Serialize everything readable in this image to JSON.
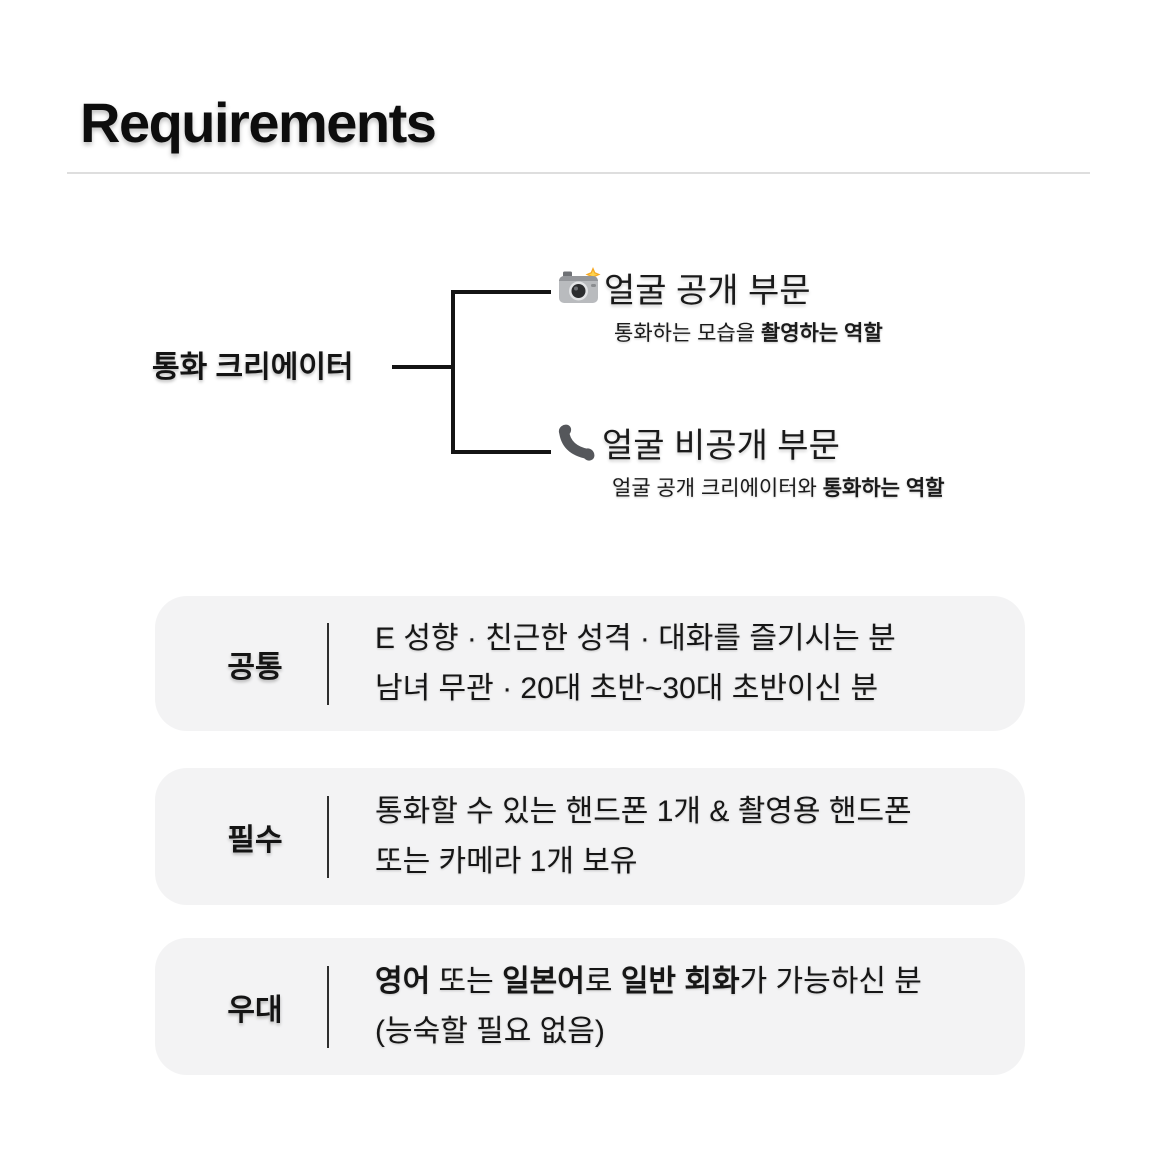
{
  "page": {
    "title": "Requirements"
  },
  "tree": {
    "root_label": "통화 크리에이터",
    "branches": [
      {
        "icon": "camera-flash-icon",
        "title": "얼굴 공개 부문",
        "subtitle_segments": [
          {
            "text": "통화하는 모습을 ",
            "bold": false
          },
          {
            "text": "촬영하는 역할",
            "bold": true
          }
        ]
      },
      {
        "icon": "phone-receiver-icon",
        "title": "얼굴 비공개 부문",
        "subtitle_segments": [
          {
            "text": "얼굴 공개 크리에이터와 ",
            "bold": false
          },
          {
            "text": "통화하는 역할",
            "bold": true
          }
        ]
      }
    ]
  },
  "requirement_boxes": [
    {
      "label": "공통",
      "lines": [
        [
          {
            "text": "E 성향 · 친근한 성격 · 대화를 즐기시는 분",
            "bold": false
          }
        ],
        [
          {
            "text": "남녀 무관 · 20대 초반~30대 초반이신 분",
            "bold": false
          }
        ]
      ]
    },
    {
      "label": "필수",
      "lines": [
        [
          {
            "text": "통화할 수 있는 핸드폰 1개 & 촬영용 핸드폰",
            "bold": false
          }
        ],
        [
          {
            "text": "또는 카메라 1개 보유",
            "bold": false
          }
        ]
      ]
    },
    {
      "label": "우대",
      "lines": [
        [
          {
            "text": "영어",
            "bold": true
          },
          {
            "text": " 또는 ",
            "bold": false
          },
          {
            "text": "일본어",
            "bold": true
          },
          {
            "text": "로 ",
            "bold": false
          },
          {
            "text": "일반 회화",
            "bold": true
          },
          {
            "text": "가 가능하신 분",
            "bold": false
          }
        ],
        [
          {
            "text": "(능숙할 필요 없음)",
            "bold": false
          }
        ]
      ]
    }
  ],
  "colors": {
    "background": "#ffffff",
    "text": "#141414",
    "box_background": "#f3f3f4",
    "title_divider": "#dedede",
    "box_divider": "#2e2e2e",
    "tree_line": "#141414",
    "camera_flash_accent": "#f6a823",
    "phone_icon_gray": "#55575b"
  }
}
